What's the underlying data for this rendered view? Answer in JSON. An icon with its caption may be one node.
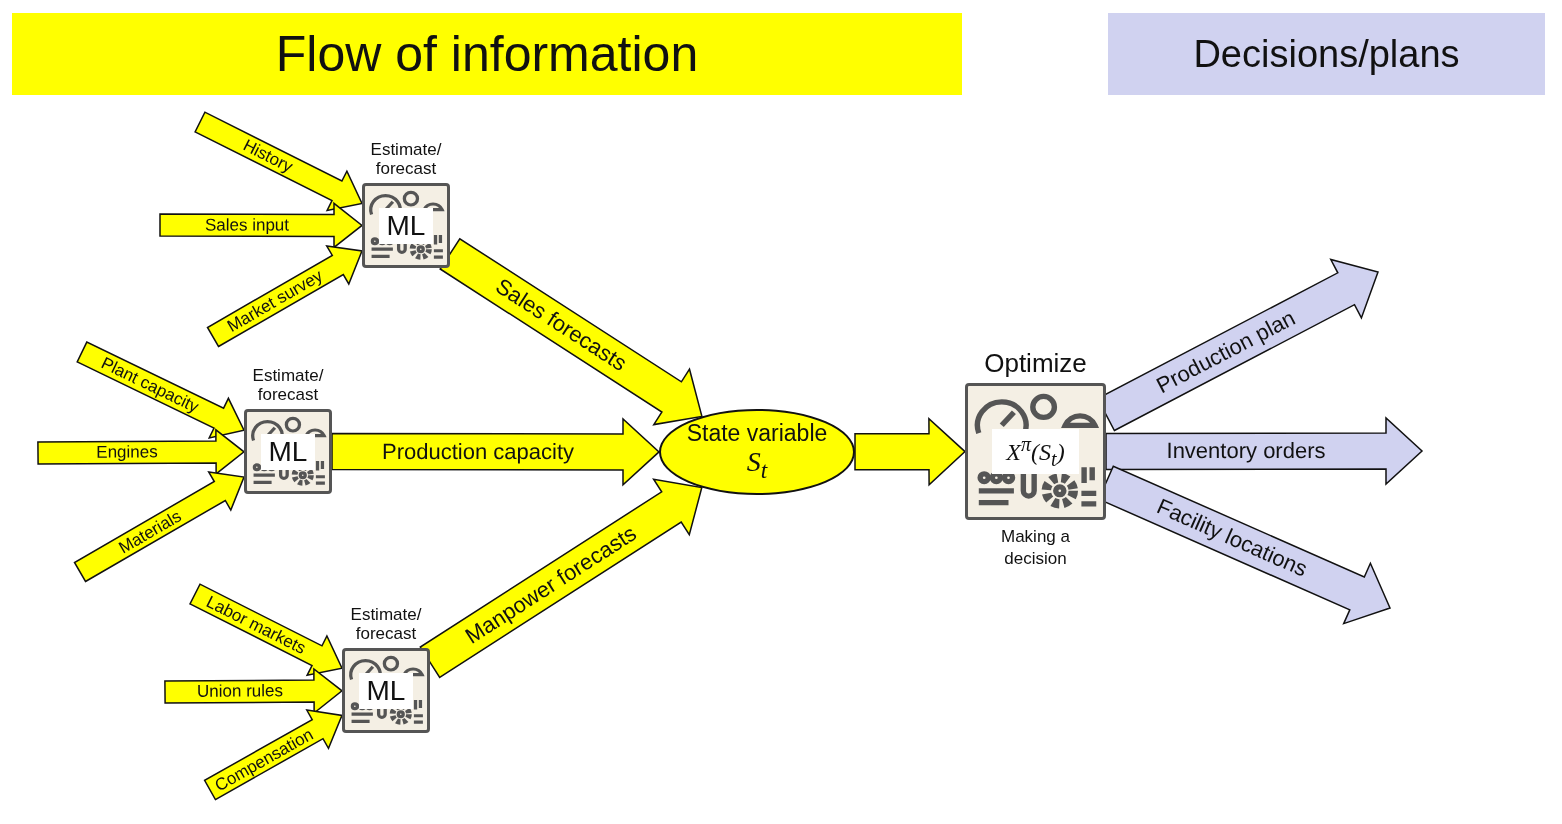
{
  "diagram": {
    "title": "Flow of information",
    "nodes": [
      {
        "text": [
          "Estimate/ forecast",
          "ML"
        ]
      },
      {
        "text": [
          "Estimate/ forecast",
          "ML"
        ]
      },
      {
        "text": [
          "Estimate/ forecast",
          "ML"
        ]
      },
      {
        "text": [
          "State variable",
          "S$_{t}$"
        ]
      },
      {
        "text": [
          "Optimize",
          "X$^{π}$(S$_{t}$)"
        ],
        "beside": [
          "Making a decision"
        ]
      }
    ],
    "edges": [
      {
        "from": null,
        "to": 0,
        "arrow": "to",
        "label": "History"
      },
      {
        "from": null,
        "to": 0,
        "arrow": "to",
        "label": "Sales input"
      },
      {
        "from": null,
        "to": 0,
        "arrow": "to",
        "label": "Market survey"
      },
      {
        "from": null,
        "to": 1,
        "arrow": "to",
        "label": "Plant capacity"
      },
      {
        "from": null,
        "to": 1,
        "arrow": "to",
        "label": "Engines"
      },
      {
        "from": null,
        "to": 1,
        "arrow": "to",
        "label": "Materials"
      },
      {
        "from": null,
        "to": 2,
        "arrow": "to",
        "label": "Labor markets"
      },
      {
        "from": null,
        "to": 2,
        "arrow": "to",
        "label": "Union rules"
      },
      {
        "from": null,
        "to": 2,
        "arrow": "to",
        "label": "Compensation"
      },
      {
        "from": 0,
        "to": 3,
        "arrow": "to",
        "label": "Sales forecasts",
        "style": "thick"
      },
      {
        "from": 1,
        "to": 3,
        "arrow": "to",
        "label": "Production capacity",
        "style": "thick"
      },
      {
        "from": 2,
        "to": 3,
        "arrow": "to",
        "label": "Manpower forecasts",
        "style": "thick"
      },
      {
        "from": 3,
        "to": 4,
        "arrow": "to",
        "style": "thick"
      },
      {
        "from": 4,
        "to": null,
        "arrow": "to",
        "label": "Production plan",
        "style": "thick",
        "color": "#d0d2f0"
      },
      {
        "from": 4,
        "to": null,
        "arrow": "to",
        "label": "Inventory orders",
        "style": "thick",
        "color": "#d0d2f0"
      },
      {
        "from": 4,
        "to": null,
        "arrow": "to",
        "label": "Facility locations",
        "style": "thick",
        "color": "#d0d2f0"
      }
    ],
    "labels": [
      "Decisions/plans"
    ]
  }
}
